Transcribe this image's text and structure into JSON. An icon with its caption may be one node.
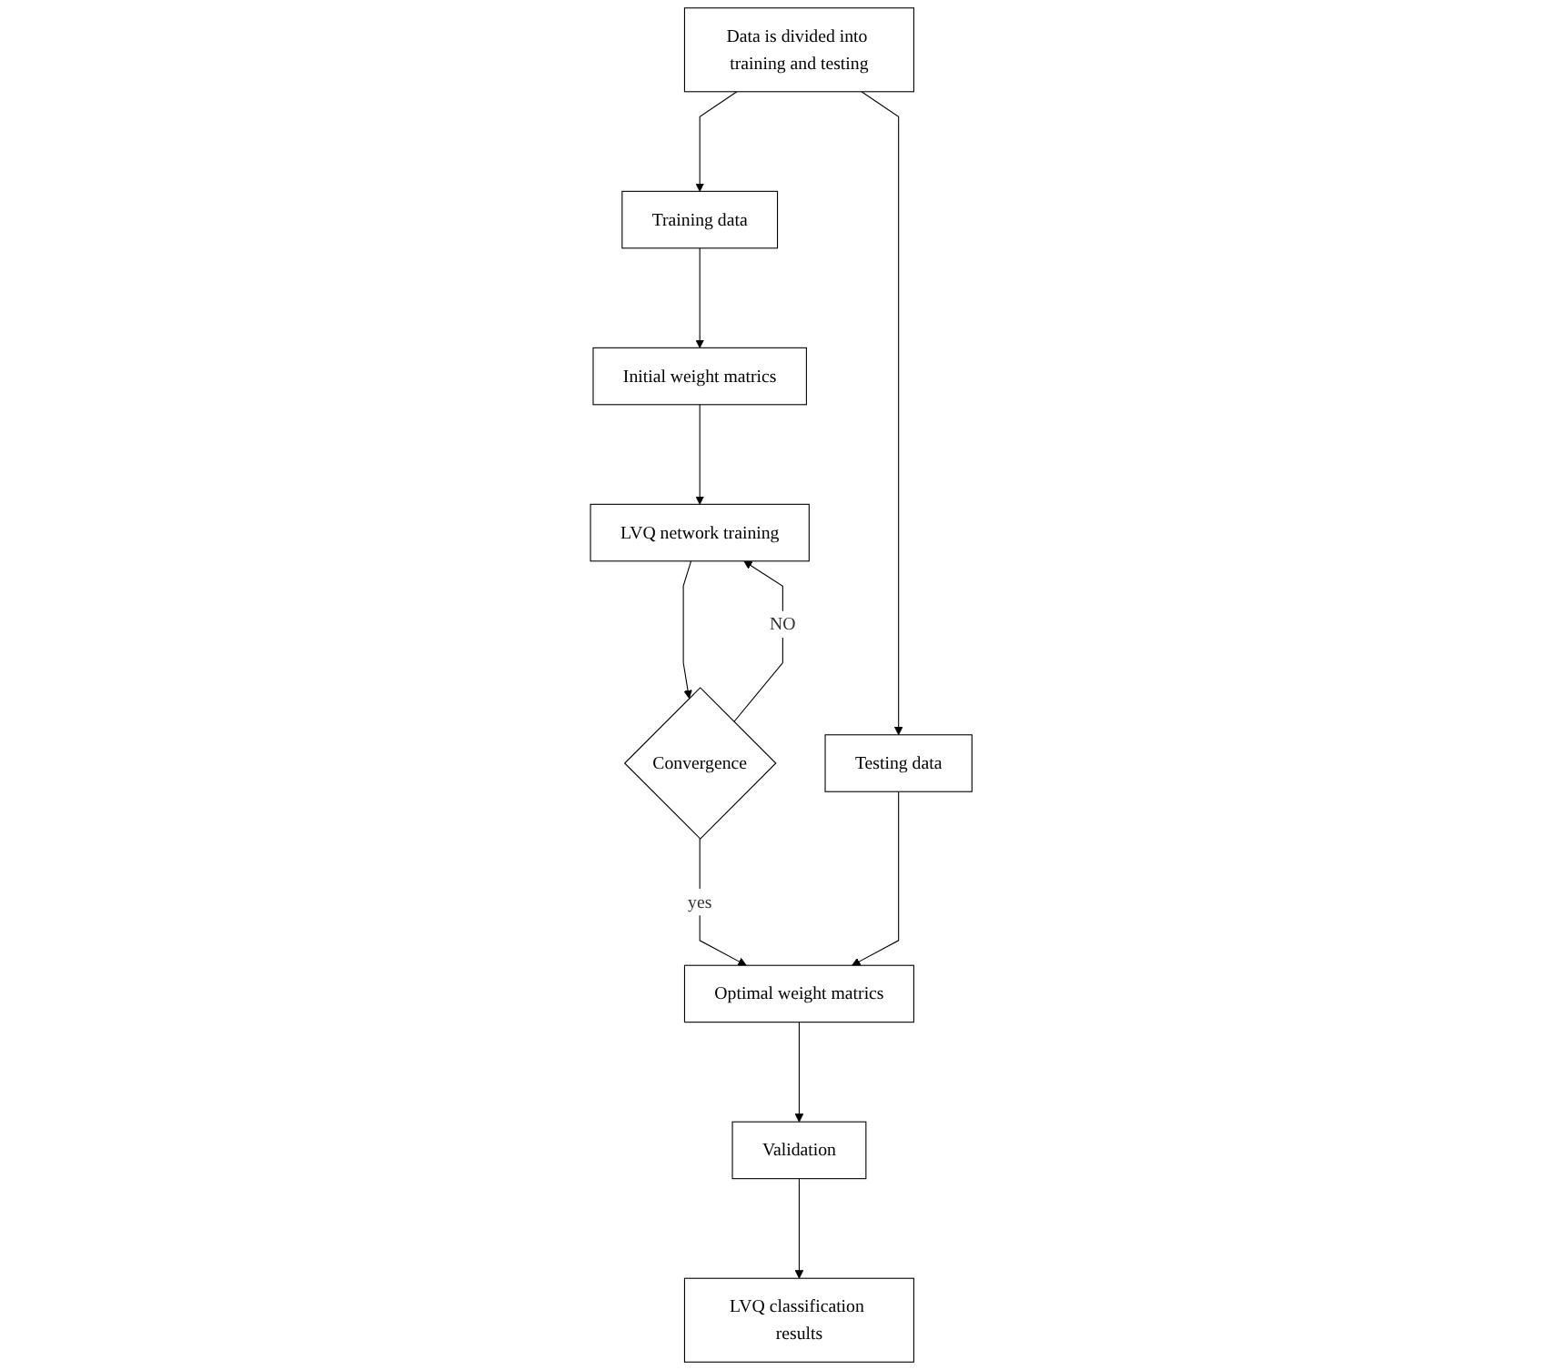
{
  "diagram": {
    "nodes": [
      {
        "text": [
          "Data is divided into training and testing"
        ]
      },
      {
        "text": [
          "Training data"
        ]
      },
      {
        "text": [
          "Testing data"
        ]
      },
      {
        "text": [
          "Initial weight matrics"
        ]
      },
      {
        "text": [
          "LVQ network training"
        ]
      },
      {
        "text": [
          "Convergence"
        ]
      },
      {
        "text": [
          "Optimal weight matrics"
        ]
      },
      {
        "text": [
          "Validation"
        ]
      },
      {
        "text": [
          "LVQ classification results"
        ]
      }
    ],
    "edges": [
      {
        "from": 0,
        "to": 1,
        "arrow": "to"
      },
      {
        "from": 0,
        "to": 2,
        "arrow": "to"
      },
      {
        "from": 1,
        "to": 3,
        "arrow": "to"
      },
      {
        "from": 3,
        "to": 4,
        "arrow": "to"
      },
      {
        "from": 4,
        "to": 5,
        "arrow": "to"
      },
      {
        "from": 5,
        "to": 4,
        "arrow": "to",
        "label": "NO"
      },
      {
        "from": 5,
        "to": 6,
        "arrow": "to",
        "label": "yes"
      },
      {
        "from": 2,
        "to": 6,
        "arrow": "to"
      },
      {
        "from": 6,
        "to": 7,
        "arrow": "to"
      },
      {
        "from": 7,
        "to": 8,
        "arrow": "to"
      }
    ]
  }
}
